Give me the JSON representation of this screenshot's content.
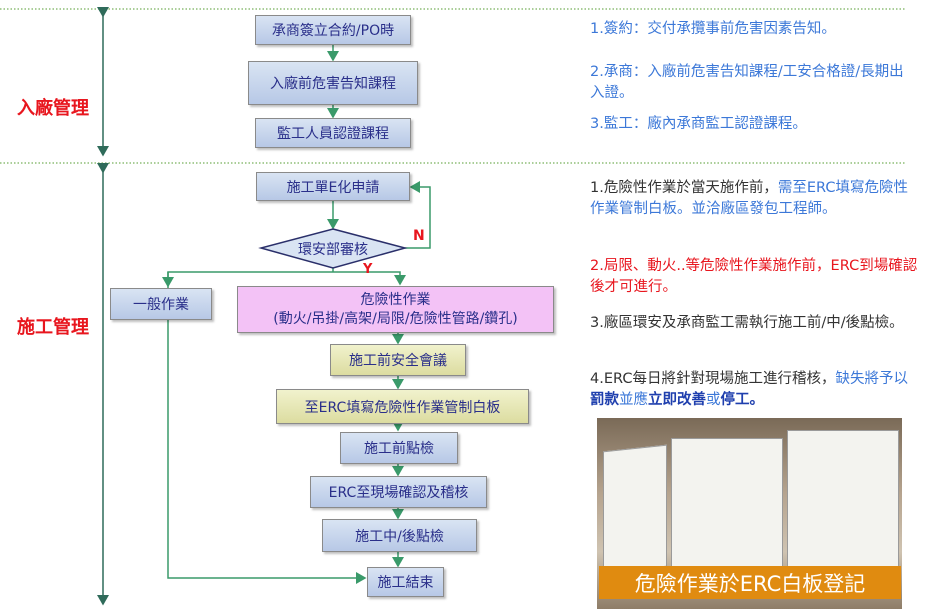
{
  "sections": {
    "entry": "入廠管理",
    "construction": "施工管理"
  },
  "flow": {
    "contract": "承商簽立合約/PO時",
    "pre_entry_course": "入廠前危害告知課程",
    "supervisor_course": "監工人員認證課程",
    "permit_apply": "施工單E化申請",
    "ehs_review": "環安部審核",
    "no_label": "N",
    "yes_label": "Y",
    "general_work": "一般作業",
    "dangerous_work_title": "危險性作業",
    "dangerous_work_list": "(動火/吊掛/高架/局限/危險性管路/鑽孔)",
    "pre_meeting": "施工前安全會議",
    "erc_board": "至ERC填寫危險性作業管制白板",
    "pre_check": "施工前點檢",
    "erc_confirm": "ERC至現場確認及稽核",
    "during_check": "施工中/後點檢",
    "finish": "施工結束"
  },
  "notes_entry": [
    "1.簽約：交付承攬事前危害因素告知。",
    "2.承商：入廠前危害告知課程/工安合格證/長期出入證。",
    "3.監工：廠內承商監工認證課程。"
  ],
  "notes_construction": {
    "n1_plain": "1.危險性作業於當天施作前，",
    "n1_accent": "需至ERC填寫危險性作業管制白板。並洽廠區發包工程師。",
    "n2": "2.局限、動火..等危險性作業施作前，ERC到場確認後才可進行。",
    "n3": "3.廠區環安及承商監工需執行施工前/中/後點檢。",
    "n4_plain": "4.ERC每日將針對現場施工進行稽核，",
    "n4_accent1": "缺失將予以",
    "n4_bold1": "罰款",
    "n4_accent2": "並應",
    "n4_bold2": "立即改善",
    "n4_accent3": "或",
    "n4_bold3": "停工。"
  },
  "photo_caption": "危險作業於ERC白板登記",
  "colors": {
    "divider": "#77b15a",
    "arrow_green": "#3a9a6a",
    "section_red": "#e8161e",
    "accent_blue": "#3c78d8",
    "caption_bg": "#e08b10"
  }
}
